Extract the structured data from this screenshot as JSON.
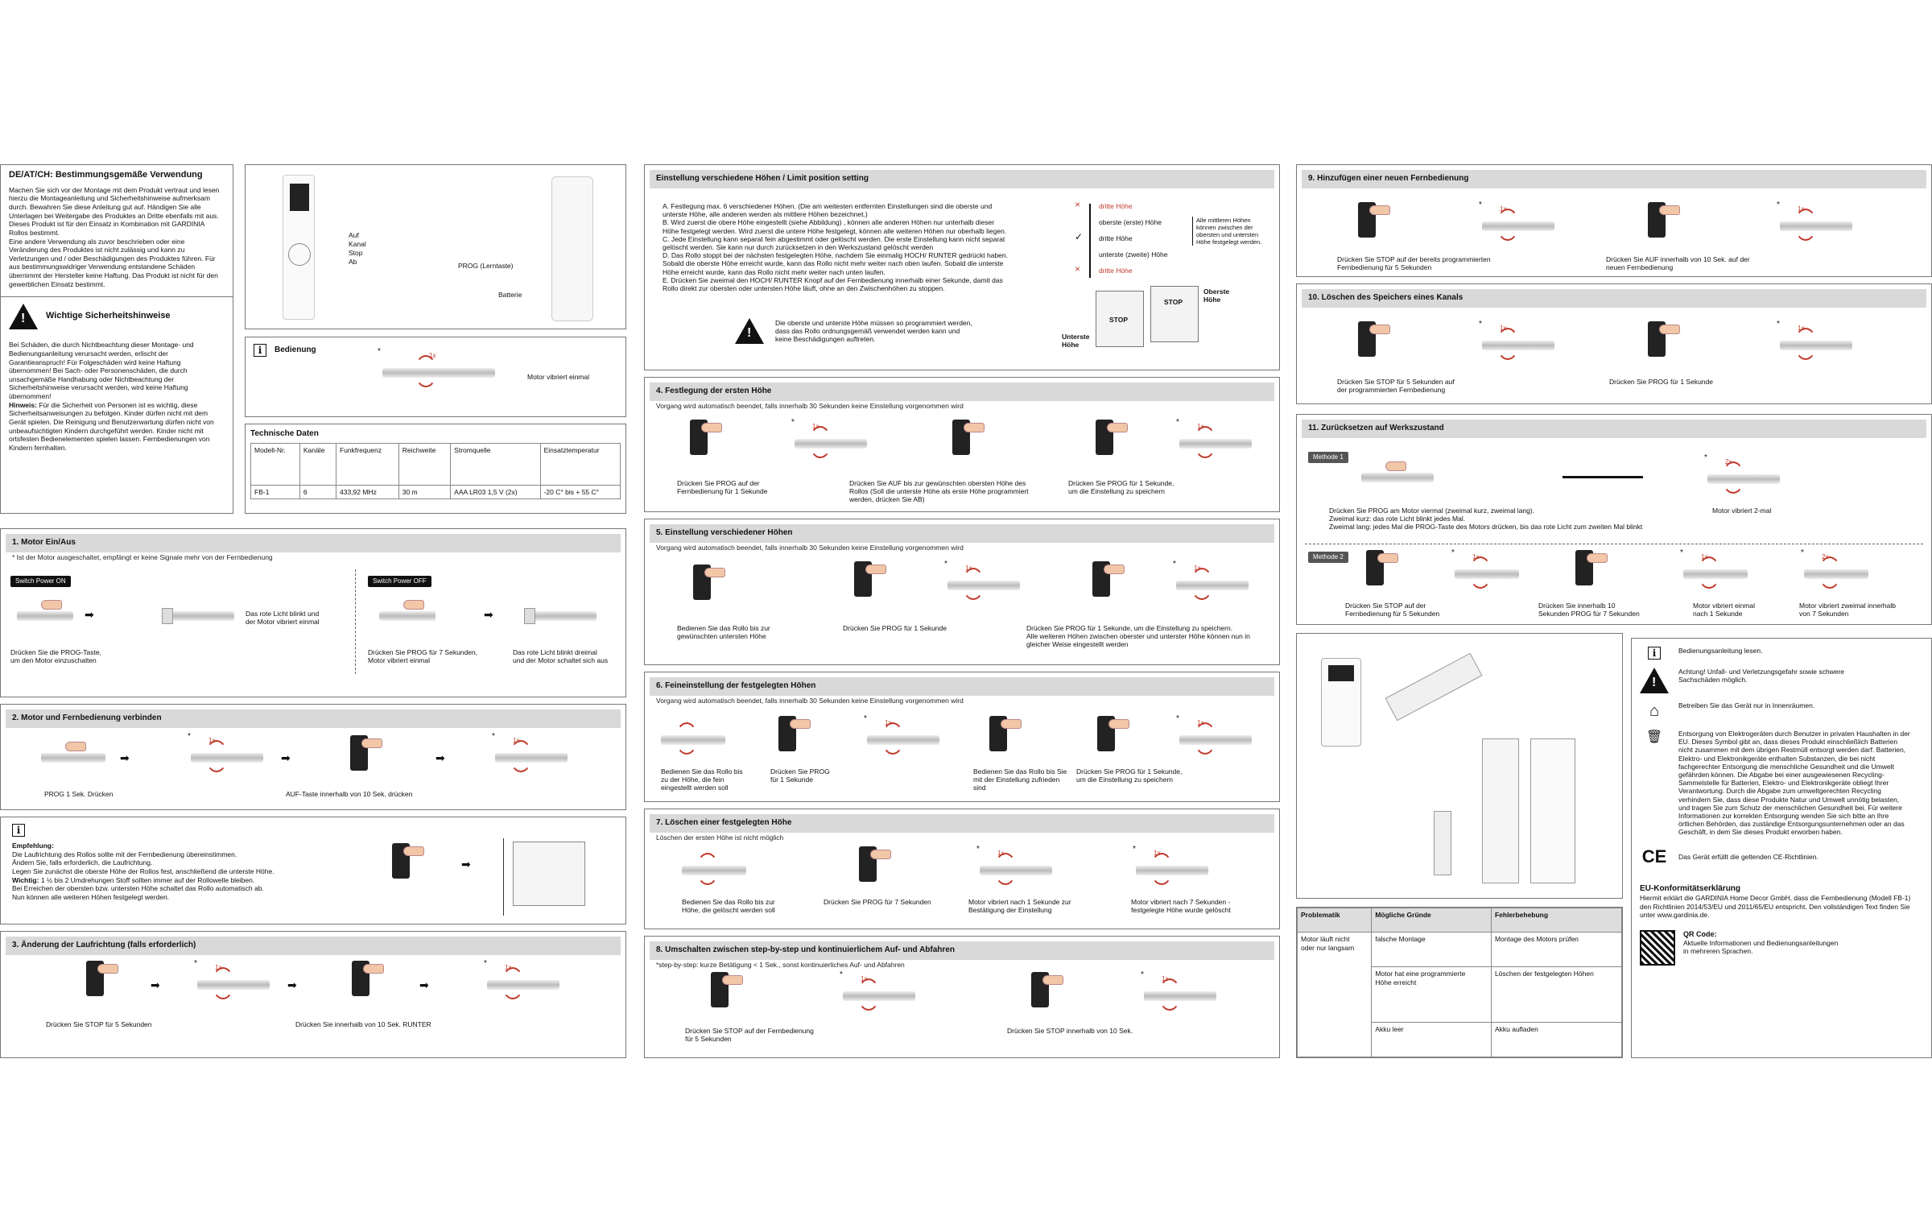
{
  "c1": {
    "intro": {
      "title": "DE/AT/CH: Bestimmungsgemäße Verwendung",
      "body": "Machen Sie sich vor der Montage mit dem Produkt vertraut und lesen hierzu die Montageanleitung und Sicherheitshinweise aufmerksam durch. Bewahren Sie diese Anleitung gut auf. Händigen Sie alle Unterlagen bei Weitergabe des Produktes an Dritte ebenfalls mit aus. Dieses Produkt ist für den Einsatz in Kombination mit GARDINIA Rollos bestimmt.\nEine andere Verwendung als zuvor beschrieben oder eine Veränderung des Produktes ist nicht zulässig und kann zu Verletzungen und / oder Beschädigungen des Produktes führen. Für aus bestimmungswidriger Verwendung entstandene Schäden übernimmt der Hersteller keine Haftung. Das Produkt ist nicht für den gewerblichen Einsatz bestimmt.",
      "safety_title": "Wichtige Sicherheitshinweise",
      "safety_body": "Bei Schäden, die durch Nichtbeachtung dieser Montage- und Bedienungsanleitung verursacht werden, erlischt der Garantieanspruch! Für Folgeschäden wird keine Haftung übernommen! Bei Sach- oder Personenschäden, die durch unsachgemäße Handhabung oder Nichtbeachtung der Sicherheitshinweise verursacht werden, wird keine Haftung übernommen!",
      "hint_label": "Hinweis:",
      "hint_body": " Für die Sicherheit von Personen ist es wichtig, diese Sicherheitsanweisungen zu befolgen. Kinder dürfen nicht mit dem Gerät spielen. Die Reinigung und Benutzerwartung dürfen nicht von unbeaufsichtigten Kindern durchgeführt werden. Kinder nicht mit ortsfesten Bedienelementen spielen lassen. Fernbedienungen von Kindern fernhalten."
    },
    "remote": {
      "auf": "Auf",
      "kanal": "Kanal",
      "stop": "Stop",
      "ab": "Ab",
      "prog": "PROG (Lerntaste)",
      "batterie": "Batterie"
    },
    "bedienung": {
      "title": "Bedienung",
      "star": "*",
      "count": "1x",
      "text": "Motor vibriert einmal"
    },
    "tech": {
      "title": "Technische Daten",
      "headers": [
        "Modell-Nr.",
        "Kanäle",
        "Funkfrequenz",
        "Reichweite",
        "Stromquelle",
        "Einsatztemperatur"
      ],
      "row": [
        "FB-1",
        "6",
        "433,92 MHz",
        "30 m",
        "AAA LR03 1,5 V (2x)",
        "-20 C° bis + 55 C°"
      ]
    },
    "s1": {
      "title": "1. Motor Ein/Aus",
      "sub": "* Ist der Motor ausgeschaltet, empfängt er keine Signale mehr von der Fernbedienung",
      "on": "Switch Power ON",
      "off": "Switch Power OFF",
      "a": "Drücken Sie die PROG-Taste,\num den Motor einzuschalten",
      "b": "Das rote Licht blinkt und\nder Motor vibriert einmal",
      "c": "Drücken Sie PROG für 7 Sekunden,\nMotor vibriert einmal",
      "d": "Das rote Licht blinkt dreimal\nund der Motor schaltet sich aus"
    },
    "s2": {
      "title": "2. Motor und Fernbedienung verbinden",
      "a": "PROG 1 Sek. Drücken",
      "b": "AUF-Taste innerhalb von 10 Sek. drücken"
    },
    "info": {
      "label": "Empfehlung:",
      "body": "Die Laufrichtung des Rollos sollte mit der Fernbedienung übereinstimmen.\nÄndern Sie, falls erforderlich, die Laufrichtung.\nLegen Sie zunächst die oberste Höhe der Rollos fest, anschließend die unterste Höhe.",
      "wichtig": "Wichtig:",
      "wbody": " 1 ½ bis 2 Umdrehungen Stoff sollten immer auf der Rollowelle  bleiben.\nBei Erreichen der obersten bzw. untersten Höhe schaltet das Rollo automatisch ab.\nNun können alle weiteren Höhen festgelegt werden."
    },
    "s3": {
      "title": "3. Änderung der Laufrichtung (falls erforderlich)",
      "a": "Drücken Sie STOP  für 5 Sekunden",
      "b": "Drücken Sie innerhalb von 10 Sek. RUNTER"
    }
  },
  "c2": {
    "limit": {
      "title": "Einstellung verschiedene Höhen / Limit position setting",
      "body": "A. Festlegung max. 6 verschiedener Höhen. (Die am weitesten entfernten Einstellungen sind die oberste und unterste Höhe, alle anderen werden als mittlere Höhen bezeichnet.)\nB. Wird zuerst die obere Höhe eingestellt (siehe Abbildung) , können alle anderen Höhen nur unterhalb dieser Höhe festgelegt werden. Wird zuerst die untere Höhe festgelegt, können alle weiteren Höhen nur oberhalb liegen.\nC. Jede Einstellung kann separat fein abgestimmt oder gelöscht werden. Die erste Einstellung kann nicht separat gelöscht  werden. Sie kann nur durch zurücksetzen in den Werkszustand gelöscht werden\nD. Das Rollo stoppt bei der nächsten festgelegten Höhe, nachdem Sie einmalig HOCH/ RUNTER gedrückt haben. Sobald  die oberste Höhe erreicht wurde, kann das Rollo nicht mehr weiter nach oben laufen. Sobald die unterste Höhe erreicht  wurde, kann das Rollo nicht mehr weiter nach unten laufen.\nE. Drücken Sie zweimal den HOCH/ RUNTER Knopf auf der Fernbedienung innerhalb einer Sekunde, damit das Rollo direkt zur obersten oder untersten Höhe läuft, ohne an den Zwischenhöhen zu stoppen.",
      "warn": "Die oberste und unterste Höhe müssen so programmiert werden,\ndass das Rollo ordnungsgemäß verwendet werden kann und\nkeine Beschädigungen auftreten.",
      "levels": [
        "dritte Höhe",
        "oberste (erste) Höhe",
        "dritte Höhe",
        "unterste (zweite) Höhe",
        "dritte Höhe"
      ],
      "bracket": "Alle mittleren Höhen\nkönnen zwischen der\nobersten und untersten\nHöhe festgelegt werden.",
      "lower": "Unterste\nHöhe",
      "upper": "Oberste\nHöhe",
      "stop": "STOP"
    },
    "s4": {
      "title": "4.  Festlegung der ersten Höhe",
      "sub": "Vorgang wird automatisch beendet, falls innerhalb 30 Sekunden keine Einstellung vorgenommen wird",
      "a": "Drücken Sie PROG auf der\nFernbedienung für 1 Sekunde",
      "b": "Drücken Sie AUF bis zur gewünschten obersten Höhe des\nRollos (Soll die unterste Höhe als erste Höhe programmiert\nwerden, drücken Sie AB)",
      "c": "Drücken Sie PROG für 1 Sekunde,\num die Einstellung zu speichern"
    },
    "s5": {
      "title": "5. Einstellung verschiedener Höhen",
      "sub": "Vorgang wird automatisch beendet, falls innerhalb 30 Sekunden keine Einstellung vorgenommen wird",
      "a": "Bedienen Sie das Rollo bis zur\ngewünschten untersten Höhe",
      "b": "Drücken Sie PROG für 1 Sekunde",
      "c": "Drücken Sie PROG für 1 Sekunde, um die Einstellung zu speichern.\nAlle weiteren Höhen zwischen oberster und unterster Höhe können nun in\ngleicher Weise eingestellt werden"
    },
    "s6": {
      "title": "6. Feineinstellung der festgelegten Höhen",
      "sub": "Vorgang wird automatisch beendet, falls innerhalb 30 Sekunden keine Einstellung vorgenommen wird",
      "a": "Bedienen Sie das Rollo bis\nzu der Höhe, die fein\neingestellt werden soll",
      "b": "Drücken Sie PROG\nfür 1 Sekunde",
      "c": "Bedienen Sie das Rollo bis Sie\nmit der Einstellung zufrieden\nsind",
      "d": "Drücken Sie PROG für 1 Sekunde,\num die Einstellung zu speichern"
    },
    "s7": {
      "title": "7. Löschen einer festgelegten Höhe",
      "sub": "Löschen der ersten Höhe ist nicht möglich",
      "a": "Bedienen Sie das Rollo bis zur\nHöhe, die gelöscht werden soll",
      "b": "Drücken Sie PROG für 7 Sekunden",
      "c": "Motor vibriert nach 1 Sekunde zur\nBestätigung der Einstellung",
      "d": "Motor vibriert nach 7 Sekunden -\nfestgelegte Höhe wurde gelöscht"
    },
    "s8": {
      "title": "8. Umschalten zwischen step-by-step und kontinuierlichem Auf- und Abfahren",
      "sub": "*step-by-step: kurze Betätigung < 1 Sek., sonst kontinuierliches Auf- und Abfahren",
      "a": "Drücken Sie STOP auf der Fernbedienung\nfür 5 Sekunden",
      "b": "Drücken Sie STOP innerhalb von 10 Sek."
    }
  },
  "c3": {
    "s9": {
      "title": "9. Hinzufügen einer neuen Fernbedienung",
      "a": "Drücken Sie STOP auf der bereits programmierten\nFernbedienung für 5 Sekunden",
      "b": "Drücken Sie AUF innerhalb von 10 Sek. auf der\nneuen Fernbedienung"
    },
    "s10": {
      "title": "10. Löschen des Speichers eines Kanals",
      "a": "Drücken Sie STOP für 5 Sekunden auf\nder programmierten Fernbedienung",
      "b": "Drücken Sie PROG für 1 Sekunde"
    },
    "s11": {
      "title": "11. Zurücksetzen auf Werkszustand",
      "m1": "Methode 1",
      "m1text": "Drücken Sie PROG am Motor viermal (zweimal kurz, zweimal lang).\nZweimal kurz: das rote Licht blinkt jedes Mal.\nZweimal lang: jedes Mal die PROG-Taste des Motors drücken, bis das rote Licht zum zweiten Mal blinkt",
      "m1res": "Motor vibriert 2-mal",
      "m2": "Methode 2",
      "a": "Drücken Sie STOP auf der\nFernbedienung für 5 Sekunden",
      "b": "Drücken Sie innerhalb 10\nSekunden PROG für 7 Sekunden",
      "c": "Motor vibriert einmal\nnach 1 Sekunde",
      "d": "Motor vibriert zweimal innerhalb\nvon 7 Sekunden",
      "c2": "2x",
      "c1": "1x"
    },
    "trouble": {
      "headers": [
        "Problematik",
        "Mögliche Gründe",
        "Fehlerbehebung"
      ],
      "problem": "Motor läuft nicht\noder nur langsam",
      "rows": [
        [
          "falsche Montage",
          "Montage des Motors prüfen"
        ],
        [
          "Motor hat eine programmierte\nHöhe erreicht",
          "Löschen der festgelegten Höhen"
        ],
        [
          "Akku leer",
          "Akku aufladen"
        ]
      ]
    },
    "symbols": [
      {
        "icon": "manual-icon",
        "text": "Bedienungsanleitung lesen."
      },
      {
        "icon": "warning-icon",
        "text": "Achtung! Unfall- und Verletzungsgefahr sowie schwere\nSachschäden möglich."
      },
      {
        "icon": "house-icon",
        "text": "Betreiben Sie das Gerät nur in Innenräumen."
      },
      {
        "icon": "weee-bin-icon",
        "text": "Entsorgung von Elektrogeräten durch Benutzer in privaten Haushalten in der EU. Dieses Symbol gibt an, dass dieses Produkt einschließlich Batterien nicht zusammen mit dem übrigen Restmüll entsorgt werden darf. Batterien, Elektro- und Elektronikgeräte enthalten Substanzen, die bei nicht fachgerechter Entsorgung die menschliche Gesundheit und die Umwelt gefährden können. Die Abgabe bei einer ausgewiesenen Recycling-Sammelstelle für Batterien, Elektro- und Elektronikgeräte obliegt Ihrer Verantwortung. Durch die Abgabe zum umweltgerechten Recycling verhindern Sie, dass diese Produkte Natur und Umwelt unnötig belasten, und tragen Sie zum Schutz der menschlichen Gesundheit bei. Für weitere Informationen zur korrekten Entsorgung wenden Sie sich bitte an Ihre örtlichen Behörden, das zuständige Entsorgungsunternehmen oder an das Geschäft, in dem Sie dieses Produkt erworben haben."
      },
      {
        "icon": "ce-icon",
        "text": "Das Gerät erfüllt die geltenden CE-Richtlinien."
      }
    ],
    "ce_mark": "CE",
    "eu": {
      "title": "EU-Konformitätserklärung",
      "body": "Hiermit erklärt die GARDINIA Home Decor GmbH, dass die Fernbedienung (Modell FB-1) den Richtlinien 2014/53/EU und 2011/65/EU entspricht. Den vollständigen Text finden Sie unter www.gardinia.de."
    },
    "qr": {
      "title": "QR Code:",
      "body": "Aktuelle Informationen und Bedienungsanleitungen\nin mehreren Sprachen."
    }
  },
  "common": {
    "star": "*",
    "c1x": "1x",
    "arrow": "➡"
  }
}
